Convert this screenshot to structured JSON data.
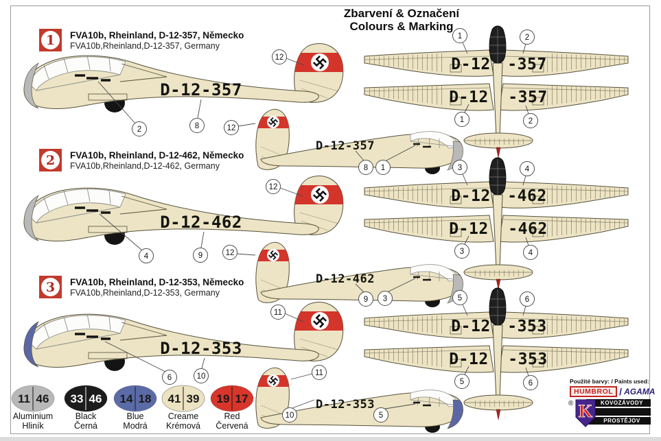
{
  "sheet": {
    "title_line1": "Zbarvení & Označení",
    "title_line2": "Colours & Marking"
  },
  "schemes": [
    {
      "number": "1",
      "title_cz": "FVA10b, Rheinland, D-12-357, Německo",
      "title_en": "FVA10b,Rheinland,D-12-357, Germany",
      "registration": "D-12-357",
      "wing_left": "D-12",
      "wing_right": "-357",
      "nose_color": "#b9b9b9",
      "callouts": {
        "side": [
          "2",
          "8",
          "12"
        ],
        "small": [
          "12",
          "8",
          "1"
        ],
        "plan": [
          "1",
          "2",
          "1",
          "2"
        ]
      }
    },
    {
      "number": "2",
      "title_cz": "FVA10b, Rheinland, D-12-462, Německo",
      "title_en": "FVA10b,Rheinland,D-12-462, Germany",
      "registration": "D-12-462",
      "wing_left": "D-12",
      "wing_right": "-462",
      "nose_color": "#b9b9b9",
      "callouts": {
        "side": [
          "4",
          "9",
          "12"
        ],
        "small": [
          "12",
          "9",
          "3"
        ],
        "plan": [
          "3",
          "4",
          "3",
          "4"
        ]
      }
    },
    {
      "number": "3",
      "title_cz": "FVA10b, Rheinland, D-12-353, Německo",
      "title_en": "FVA10b,Rheinland,D-12-353, Germany",
      "registration": "D-12-353",
      "wing_left": "D-12",
      "wing_right": "-353",
      "nose_color": "#5b67a5",
      "callouts": {
        "side": [
          "6",
          "10",
          "11"
        ],
        "small": [
          "11",
          "10",
          "5"
        ],
        "plan": [
          "5",
          "6",
          "5",
          "6"
        ]
      }
    }
  ],
  "paint_chart": [
    {
      "code1": "11",
      "code2": "46",
      "name_en": "Aluminium",
      "name_cz": "Hliník",
      "fill": "#b8b8b8",
      "text": "#1a1a1a"
    },
    {
      "code1": "33",
      "code2": "46",
      "name_en": "Black",
      "name_cz": "Černá",
      "fill": "#1c1c1c",
      "text": "#ffffff"
    },
    {
      "code1": "14",
      "code2": "18",
      "name_en": "Blue",
      "name_cz": "Modrá",
      "fill": "#5b6ba8",
      "text": "#1a1a1a"
    },
    {
      "code1": "41",
      "code2": "39",
      "name_en": "Creame",
      "name_cz": "Krémová",
      "fill": "#ece3c2",
      "text": "#1a1a1a"
    },
    {
      "code1": "19",
      "code2": "17",
      "name_en": "Red",
      "name_cz": "Červená",
      "fill": "#d8352b",
      "text": "#1a1a1a"
    }
  ],
  "paints_used": {
    "label": "Použité barvy: / Paints used:",
    "brand1": "HUMBROL",
    "sep": "/",
    "brand2": "AGAMA",
    "maker_reg": "®",
    "maker_letter": "K",
    "maker_line1": "KOVOZÁVODY",
    "maker_line2": "PROSTĚJOV"
  }
}
